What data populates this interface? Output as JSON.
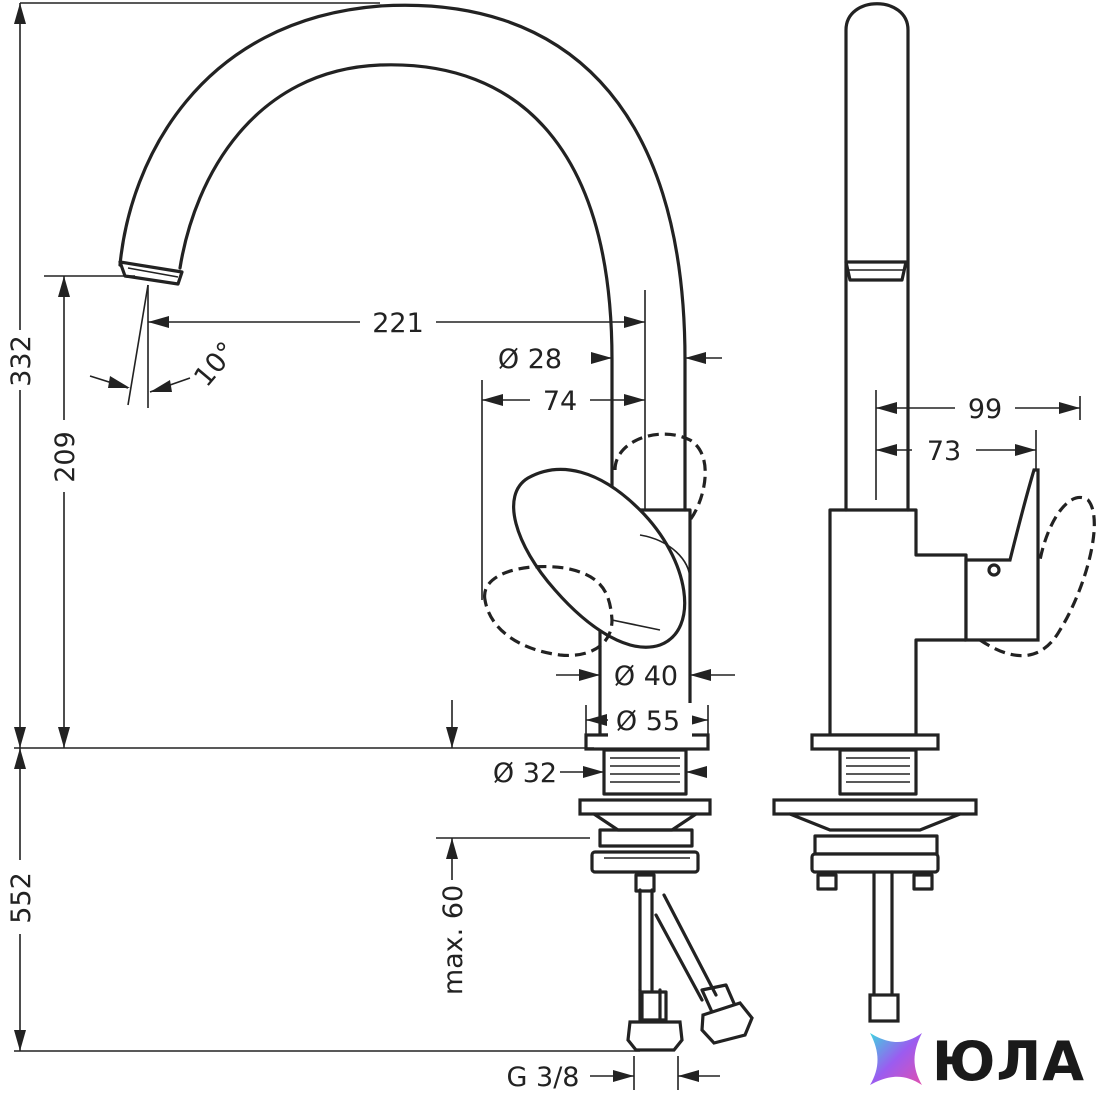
{
  "dimensions": {
    "total_height": "332",
    "spout_height": "209",
    "projection": "221",
    "spout_angle": "10°",
    "spout_diameter": "Ø 28",
    "lever_offset": "74",
    "body_diameter": "Ø 40",
    "base_diameter": "Ø 55",
    "shank_diameter": "Ø 32",
    "max_thickness": "max. 60",
    "hose_length": "552",
    "connection": "G 3/8",
    "side_reach_total": "99",
    "side_reach_lever": "73"
  },
  "brand": {
    "name": "ЮЛА",
    "accent_colors": [
      "#3fd3e0",
      "#9b5cf0",
      "#e050b0"
    ]
  }
}
